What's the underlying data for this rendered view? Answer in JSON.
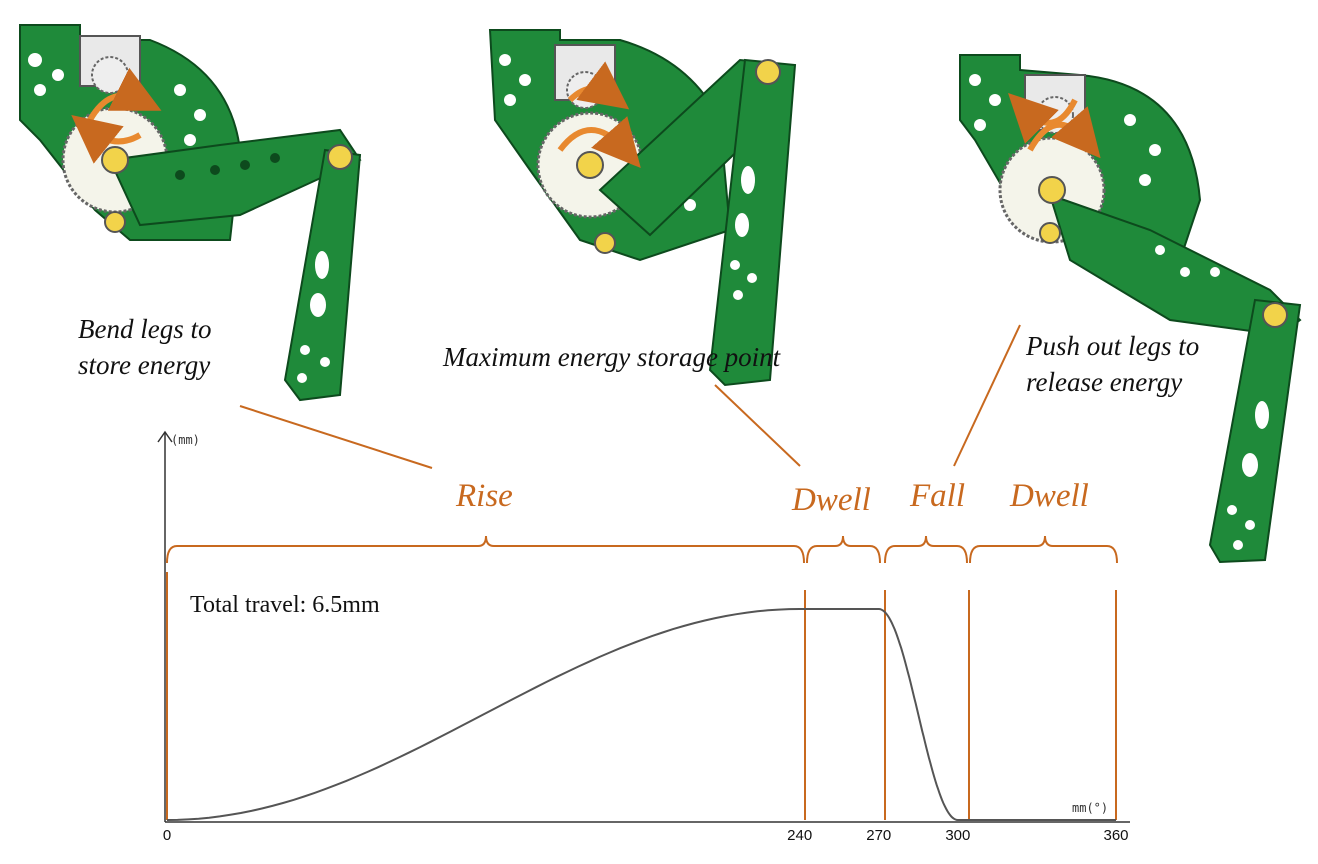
{
  "captions": {
    "bend": [
      "Bend legs to",
      "store energy"
    ],
    "max": "Maximum energy storage point",
    "push": [
      "Push out legs to",
      "release energy"
    ]
  },
  "phases": [
    "Rise",
    "Dwell",
    "Fall",
    "Dwell"
  ],
  "note": "Total travel: 6.5mm",
  "axis": {
    "y_unit": "(mm)",
    "x_unit": "mm(°)"
  },
  "colors": {
    "accent": "#c8691f",
    "mechanism": "#1f8a3a",
    "curve": "#555555"
  },
  "chart_data": {
    "type": "line",
    "title": "",
    "xlabel": "mm(°)",
    "ylabel": "(mm)",
    "xticks": [
      "0",
      "240",
      "270",
      "300",
      "360"
    ],
    "xlim": [
      0,
      360
    ],
    "ylim": [
      0,
      6.5
    ],
    "segments": [
      {
        "name": "Rise",
        "x": [
          0,
          240
        ],
        "y_start": 0,
        "y_end": 6.5
      },
      {
        "name": "Dwell",
        "x": [
          240,
          270
        ],
        "y_start": 6.5,
        "y_end": 6.5
      },
      {
        "name": "Fall",
        "x": [
          270,
          300
        ],
        "y_start": 6.5,
        "y_end": 0
      },
      {
        "name": "Dwell",
        "x": [
          300,
          360
        ],
        "y_start": 0,
        "y_end": 0
      }
    ],
    "total_travel_mm": 6.5,
    "grid": false
  }
}
